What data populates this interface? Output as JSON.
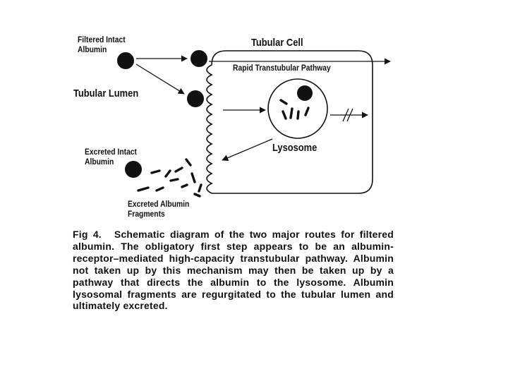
{
  "labels": {
    "filtered_intact_albumin_line1": "Filtered Intact",
    "filtered_intact_albumin_line2": "Albumin",
    "tubular_cell": "Tubular Cell",
    "rapid_transtubular_pathway": "Rapid Transtubular Pathway",
    "tubular_lumen": "Tubular Lumen",
    "lysosome": "Lysosome",
    "excreted_intact_albumin_line1": "Excreted Intact",
    "excreted_intact_albumin_line2": "Albumin",
    "excreted_albumin_fragments_line1": "Excreted Albumin",
    "excreted_albumin_fragments_line2": "Fragments"
  },
  "caption": {
    "fig_label": "Fig 4.",
    "text": "Schematic diagram of the two major routes for filtered albumin. The obligatory first step appears to be an albumin-receptor–mediated high-capacity transtubular pathway. Albumin not taken up by this mechanism may then be taken up by a pathway that directs the albumin to the lysosome. Albumin lysosomal fragments are regurgitated to the tubular lumen and ultimately excreted."
  },
  "colors": {
    "ink": "#111111",
    "background": "#ffffff"
  }
}
